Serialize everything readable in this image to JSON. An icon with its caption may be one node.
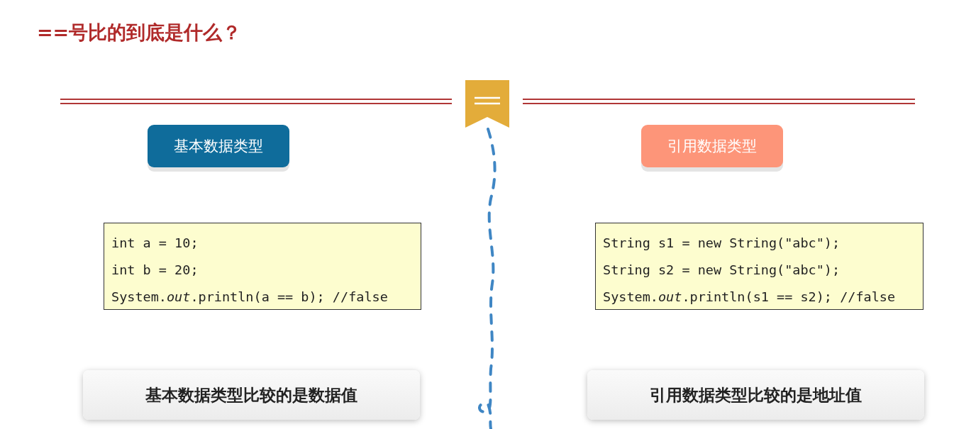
{
  "diagram": {
    "title": "==号比的到底是什么？",
    "nodes": [
      {
        "text": [
          "基本数据类型"
        ]
      },
      {
        "text": [
          "引用数据类型"
        ]
      },
      {
        "text": [
          "int a = 10;",
          "int b = 20;",
          "System.*out*.println(a == b); //false"
        ]
      },
      {
        "text": [
          "String s1 = new String(\"abc\");",
          "String s2 = new String(\"abc\");",
          "System.*out*.println(s1 == s2); //false"
        ]
      },
      {
        "text": [
          "基本数据类型比较的是数据值"
        ]
      },
      {
        "text": [
          "引用数据类型比较的是地址值"
        ]
      }
    ]
  }
}
